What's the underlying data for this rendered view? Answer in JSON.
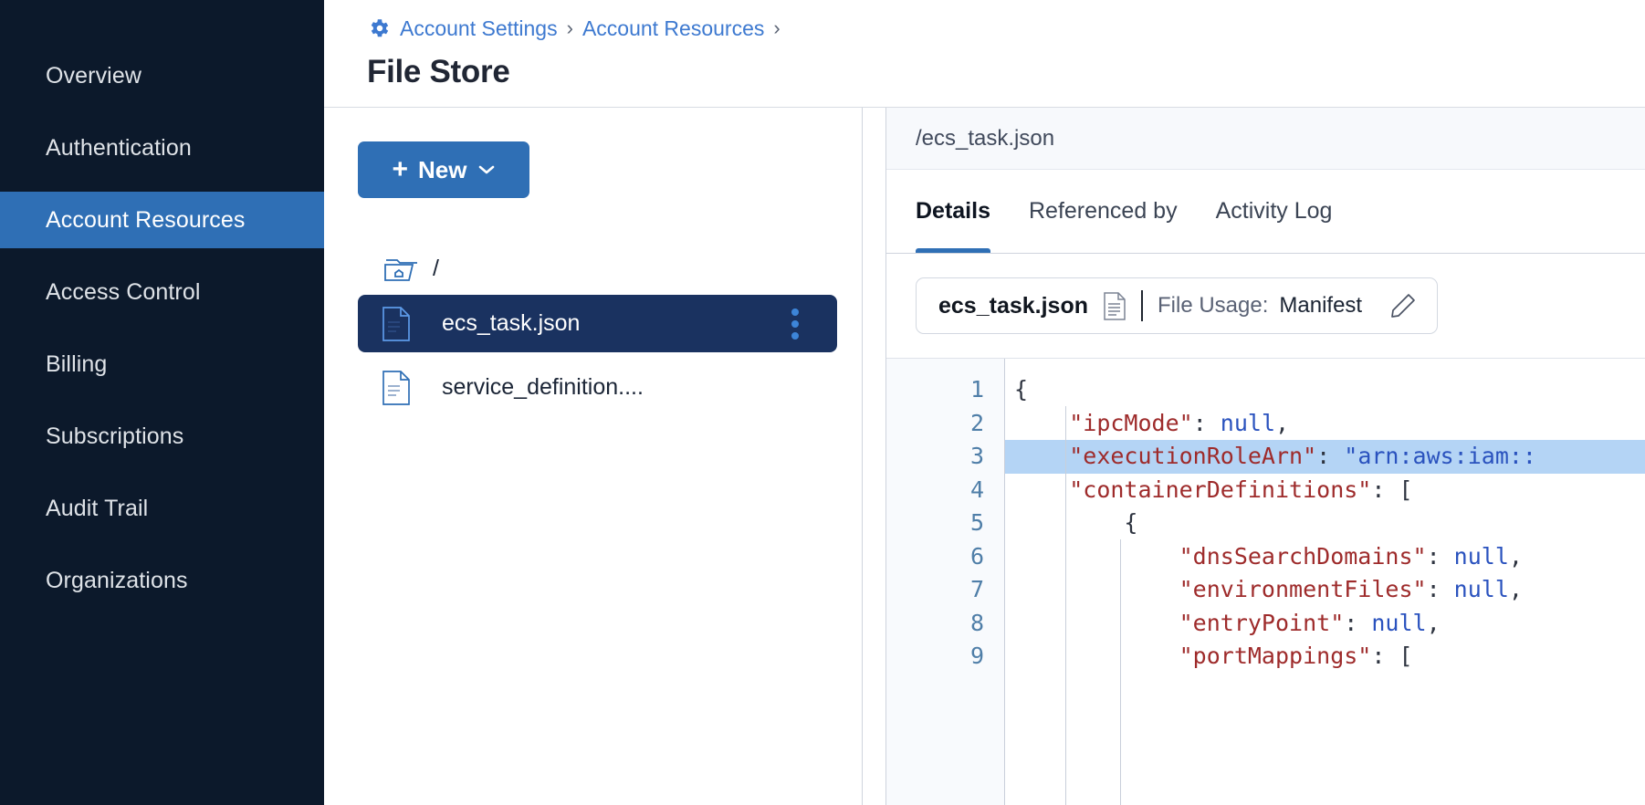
{
  "sidebar": {
    "items": [
      {
        "label": "Overview",
        "active": false
      },
      {
        "label": "Authentication",
        "active": false
      },
      {
        "label": "Account Resources",
        "active": true
      },
      {
        "label": "Access Control",
        "active": false
      },
      {
        "label": "Billing",
        "active": false
      },
      {
        "label": "Subscriptions",
        "active": false
      },
      {
        "label": "Audit Trail",
        "active": false
      },
      {
        "label": "Organizations",
        "active": false
      }
    ]
  },
  "header": {
    "gear_icon": "gear-icon",
    "breadcrumb": [
      "Account Settings",
      "Account Resources"
    ],
    "separator": "›",
    "title": "File Store"
  },
  "tree_pane": {
    "new_button": {
      "plus": "+",
      "label": "New",
      "chevron": "chevron-down-icon"
    },
    "root": {
      "icon": "folder-home-icon",
      "label": "/"
    },
    "files": [
      {
        "name": "ecs_task.json",
        "icon": "file-icon",
        "selected": true,
        "menu": "kebab-menu-icon"
      },
      {
        "name": "service_definition....",
        "icon": "file-icon",
        "selected": false
      }
    ]
  },
  "detail": {
    "path": "/ecs_task.json",
    "tabs": [
      {
        "label": "Details",
        "active": true
      },
      {
        "label": "Referenced by",
        "active": false
      },
      {
        "label": "Activity Log",
        "active": false
      }
    ],
    "usage_card": {
      "file_name": "ecs_task.json",
      "file_icon": "document-icon",
      "usage_label": "File Usage:",
      "usage_value": "Manifest",
      "edit_icon": "pencil-icon"
    },
    "editor": {
      "highlighted_line": 3,
      "line_numbers": [
        "1",
        "2",
        "3",
        "4",
        "5",
        "6",
        "7",
        "8",
        "9"
      ],
      "lines": [
        [
          {
            "t": "{",
            "c": "p"
          }
        ],
        [
          {
            "t": "    ",
            "c": "p"
          },
          {
            "t": "\"ipcMode\"",
            "c": "k"
          },
          {
            "t": ": ",
            "c": "p"
          },
          {
            "t": "null",
            "c": "v"
          },
          {
            "t": ",",
            "c": "p"
          }
        ],
        [
          {
            "t": "    ",
            "c": "p"
          },
          {
            "t": "\"executionRoleArn\"",
            "c": "k"
          },
          {
            "t": ": ",
            "c": "p"
          },
          {
            "t": "\"arn:aws:iam::",
            "c": "v"
          }
        ],
        [
          {
            "t": "    ",
            "c": "p"
          },
          {
            "t": "\"containerDefinitions\"",
            "c": "k"
          },
          {
            "t": ": [",
            "c": "p"
          }
        ],
        [
          {
            "t": "        {",
            "c": "p"
          }
        ],
        [
          {
            "t": "            ",
            "c": "p"
          },
          {
            "t": "\"dnsSearchDomains\"",
            "c": "k"
          },
          {
            "t": ": ",
            "c": "p"
          },
          {
            "t": "null",
            "c": "v"
          },
          {
            "t": ",",
            "c": "p"
          }
        ],
        [
          {
            "t": "            ",
            "c": "p"
          },
          {
            "t": "\"environmentFiles\"",
            "c": "k"
          },
          {
            "t": ": ",
            "c": "p"
          },
          {
            "t": "null",
            "c": "v"
          },
          {
            "t": ",",
            "c": "p"
          }
        ],
        [
          {
            "t": "            ",
            "c": "p"
          },
          {
            "t": "\"entryPoint\"",
            "c": "k"
          },
          {
            "t": ": ",
            "c": "p"
          },
          {
            "t": "null",
            "c": "v"
          },
          {
            "t": ",",
            "c": "p"
          }
        ],
        [
          {
            "t": "            ",
            "c": "p"
          },
          {
            "t": "\"portMappings\"",
            "c": "k"
          },
          {
            "t": ": [",
            "c": "p"
          }
        ]
      ]
    }
  },
  "colors": {
    "sidebar_bg": "#0c192b",
    "accent_blue": "#2f6fb5",
    "selected_row": "#1a3260",
    "link_blue": "#3d79d0",
    "code_key": "#9e2b2b",
    "code_value": "#2a52be",
    "highlight": "#b4d4f5"
  }
}
